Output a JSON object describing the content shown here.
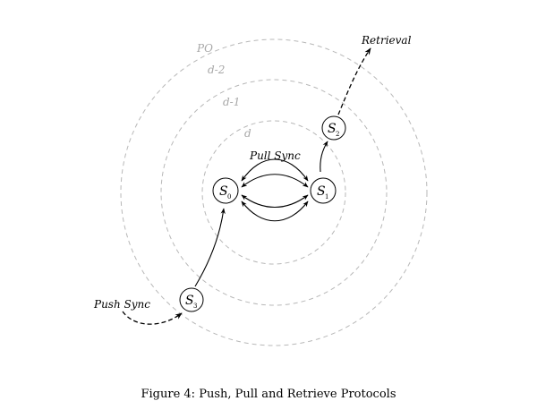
{
  "rings": [
    {
      "label": "d"
    },
    {
      "label": "d-1"
    },
    {
      "label": "d-2"
    },
    {
      "label": "PO"
    }
  ],
  "nodes": [
    {
      "main": "S",
      "sub": "0"
    },
    {
      "main": "S",
      "sub": "1"
    },
    {
      "main": "S",
      "sub": "2"
    },
    {
      "main": "S",
      "sub": "3"
    }
  ],
  "edge_labels": {
    "pull_sync": "Pull Sync",
    "push_sync": "Push Sync",
    "retrieval": "Retrieval"
  },
  "caption": "Figure 4: Push, Pull and Retrieve Protocols"
}
